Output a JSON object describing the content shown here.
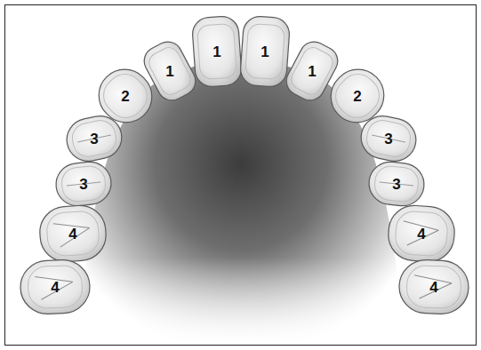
{
  "diagram": {
    "nodes": [
      {
        "text": [
          "1"
        ]
      },
      {
        "text": [
          "1"
        ]
      },
      {
        "text": [
          "1"
        ]
      },
      {
        "text": [
          "1"
        ]
      },
      {
        "text": [
          "2"
        ]
      },
      {
        "text": [
          "2"
        ]
      },
      {
        "text": [
          "3"
        ]
      },
      {
        "text": [
          "3"
        ]
      },
      {
        "text": [
          "3"
        ]
      },
      {
        "text": [
          "3"
        ]
      },
      {
        "text": [
          "4"
        ]
      },
      {
        "text": [
          "4"
        ]
      },
      {
        "text": [
          "4"
        ]
      },
      {
        "text": [
          "4"
        ]
      }
    ]
  }
}
